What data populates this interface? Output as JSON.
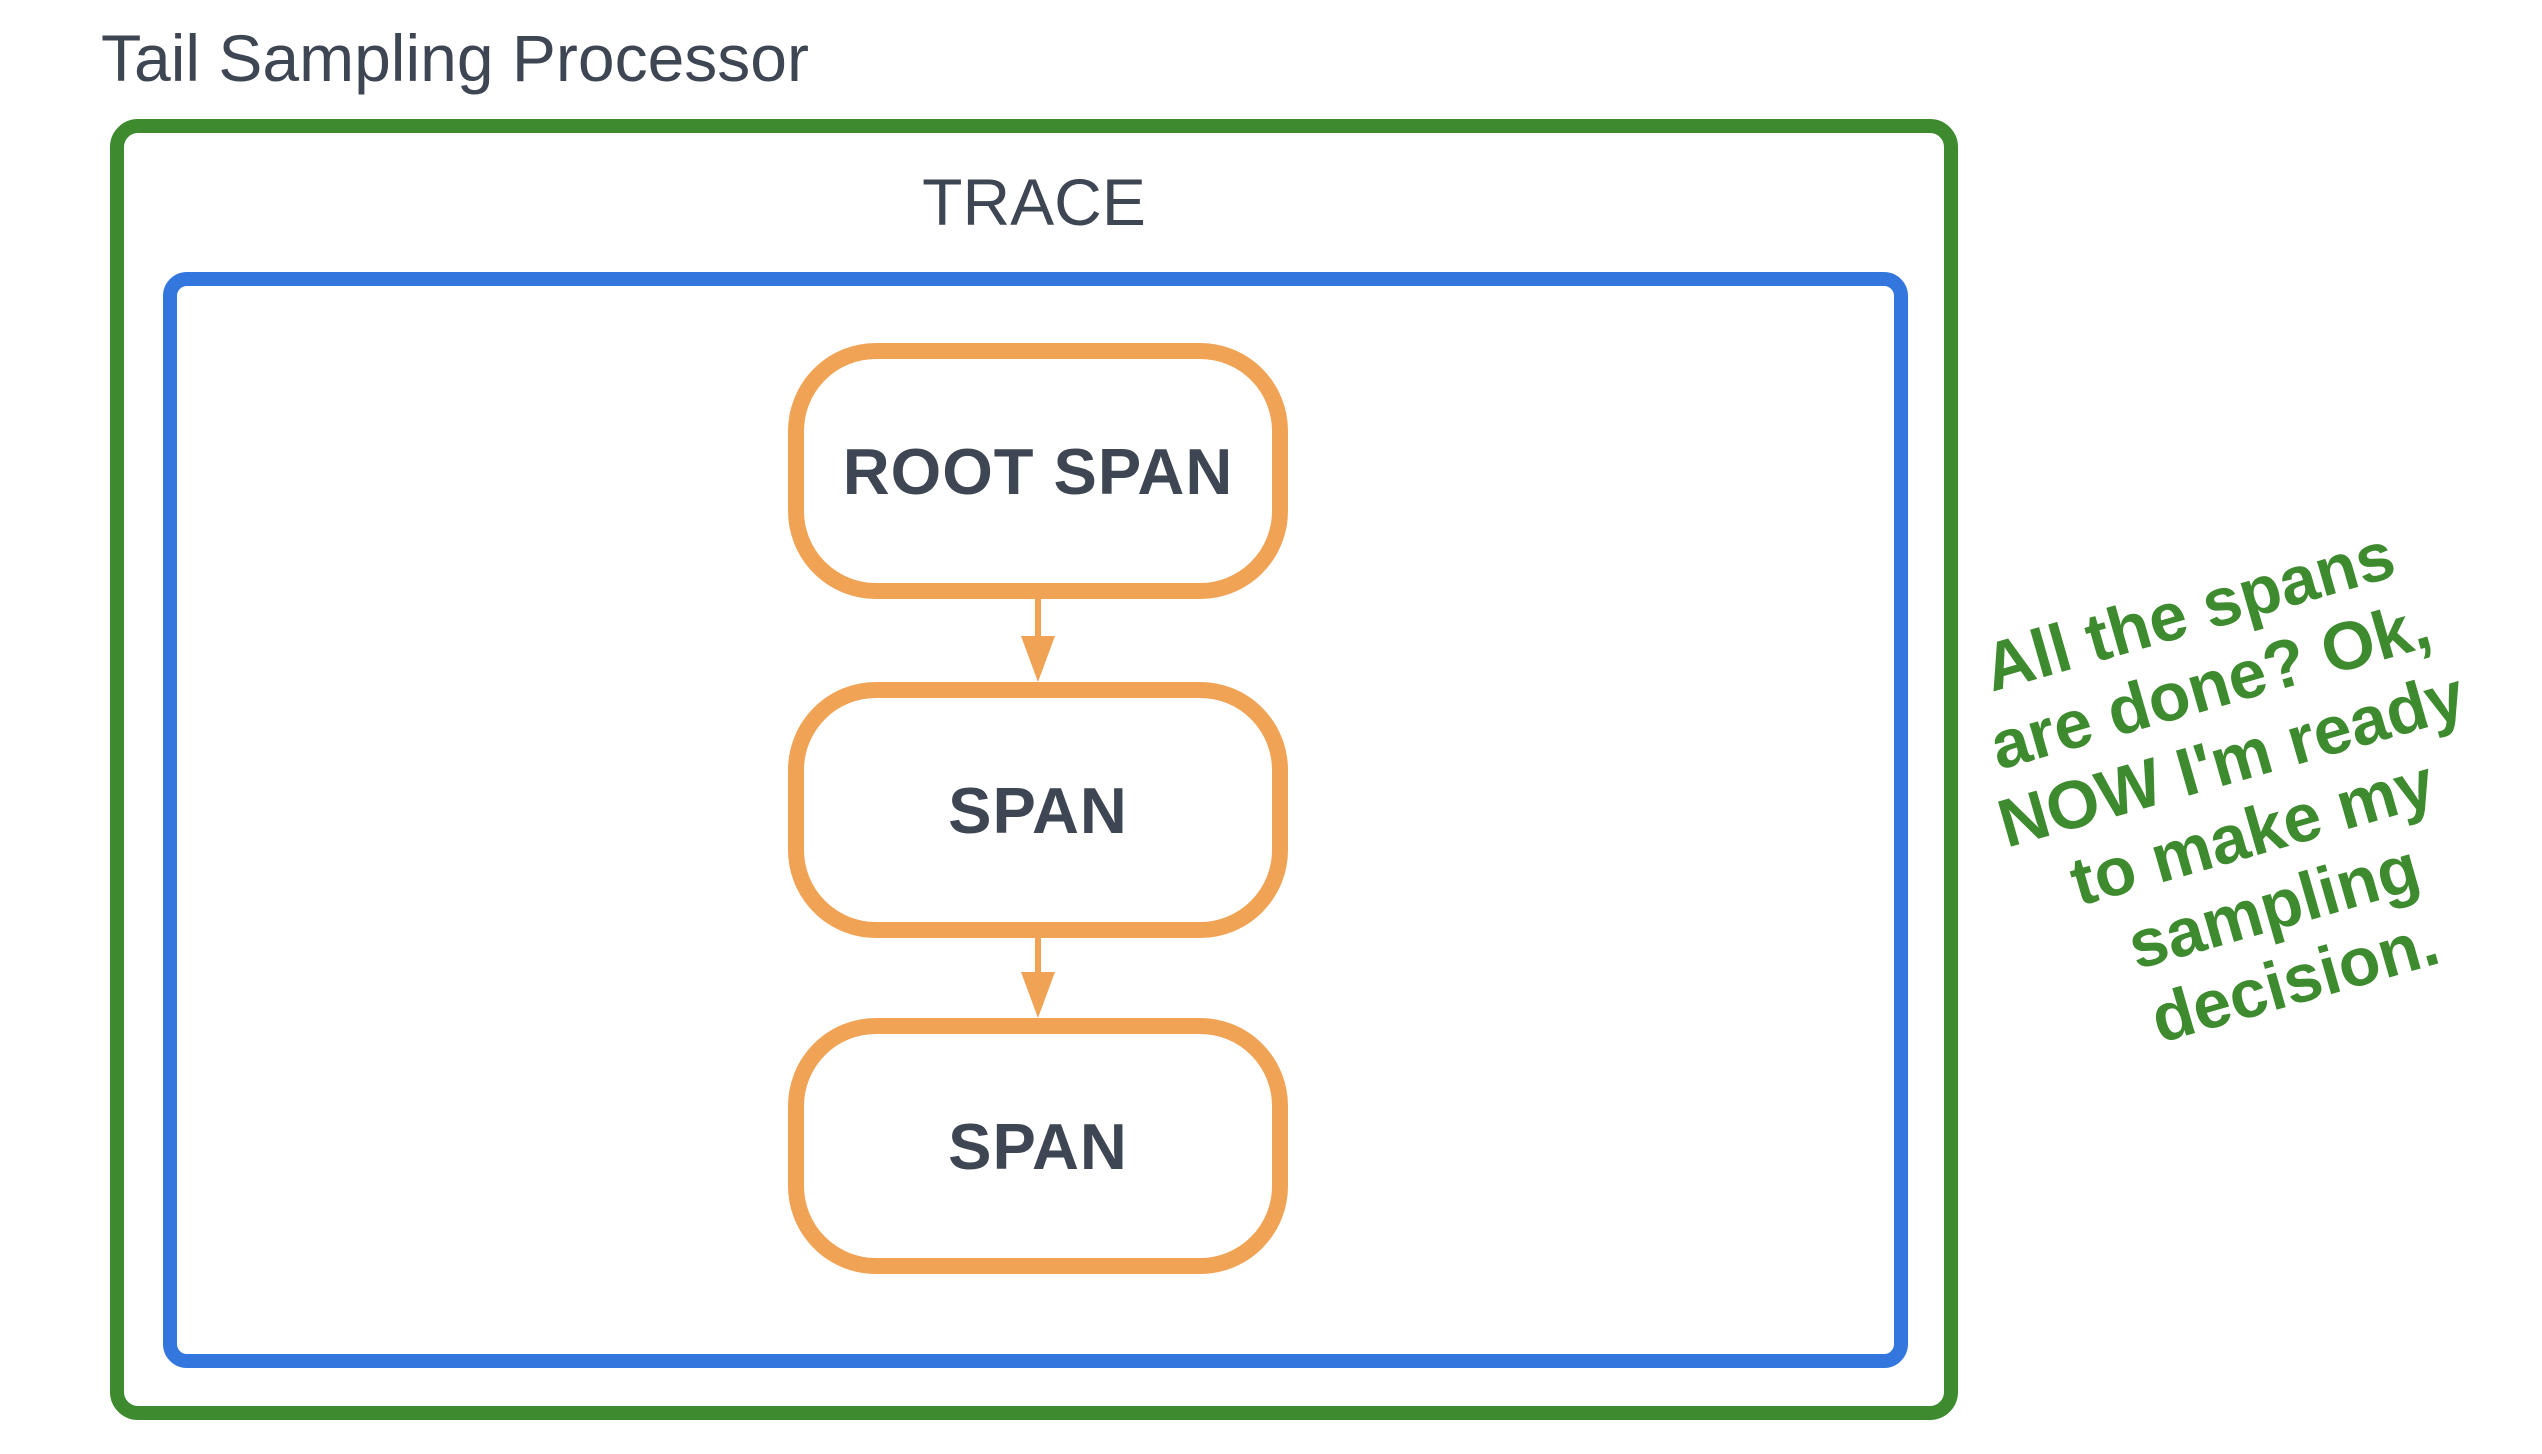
{
  "diagram": {
    "title": "Tail Sampling Processor",
    "processor_box": {
      "border_color": "#3D8B2E"
    },
    "trace_box": {
      "label": "TRACE",
      "border_color": "#3377DE"
    },
    "spans": [
      {
        "label": "ROOT SPAN"
      },
      {
        "label": "SPAN"
      },
      {
        "label": "SPAN"
      }
    ],
    "span_style": {
      "border_color": "#F0A355",
      "label_color": "#3E4653"
    },
    "arrows": {
      "count": 2,
      "direction": "down",
      "color": "#F0A355"
    },
    "annotation": {
      "text": "All the spans are done? Ok, NOW I'm ready to make my sampling decision.",
      "lines": [
        "All the spans",
        "are done? Ok,",
        "NOW I'm ready",
        "to make my",
        "sampling",
        "decision."
      ],
      "color": "#3D8B2E",
      "rotation_deg": -16
    },
    "colors": {
      "green": "#3D8B2E",
      "blue": "#3377DE",
      "orange": "#F0A355",
      "text": "#3E4653",
      "background": "#FFFFFF"
    }
  }
}
